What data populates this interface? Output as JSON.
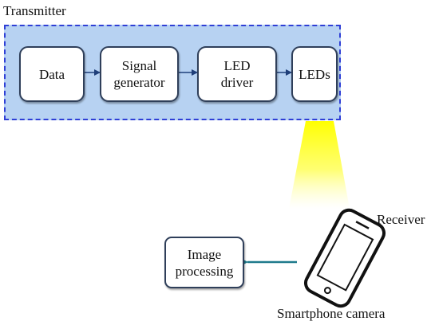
{
  "transmitter": {
    "title": "Transmitter",
    "blocks": {
      "data": "Data",
      "signal_generator_line1": "Signal",
      "signal_generator_line2": "generator",
      "led_driver_line1": "LED",
      "led_driver_line2": "driver",
      "leds": "LEDs"
    }
  },
  "receiver": {
    "title": "Receiver",
    "image_processing_line1": "Image",
    "image_processing_line2": "processing",
    "camera_label": "Smartphone camera"
  },
  "colors": {
    "region_fill": "#b7d2f2",
    "region_border": "#2f3fd6",
    "arrow_dark": "#1f3f7a",
    "arrow_teal": "#1f7a8c",
    "light_beam": "#ffff00"
  }
}
